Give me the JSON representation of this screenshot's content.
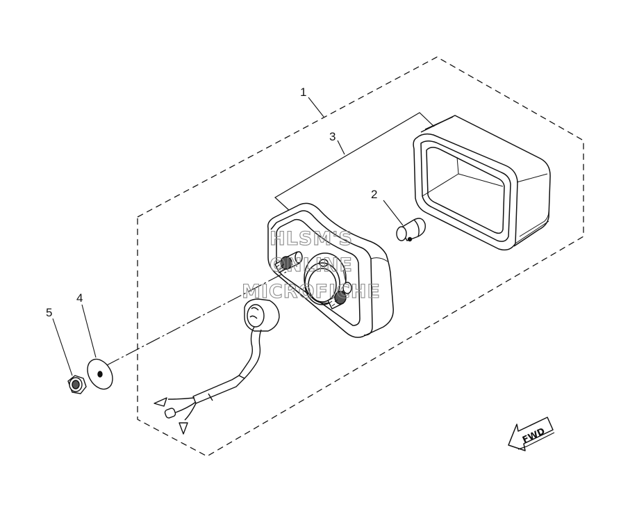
{
  "diagram": {
    "callouts": [
      {
        "id": "1",
        "label": "1"
      },
      {
        "id": "2",
        "label": "2"
      },
      {
        "id": "3",
        "label": "3"
      },
      {
        "id": "4",
        "label": "4"
      },
      {
        "id": "5",
        "label": "5"
      }
    ],
    "watermark": {
      "line1": "HLSM'S",
      "line2": "ONLINE",
      "line3": "MICROFICHE"
    },
    "direction_arrow": {
      "label": "FWD",
      "icon": "fwd-arrow-icon"
    },
    "colors": {
      "line": "#111111",
      "shade": "#555555",
      "watermark": "#8a8a8a"
    }
  }
}
